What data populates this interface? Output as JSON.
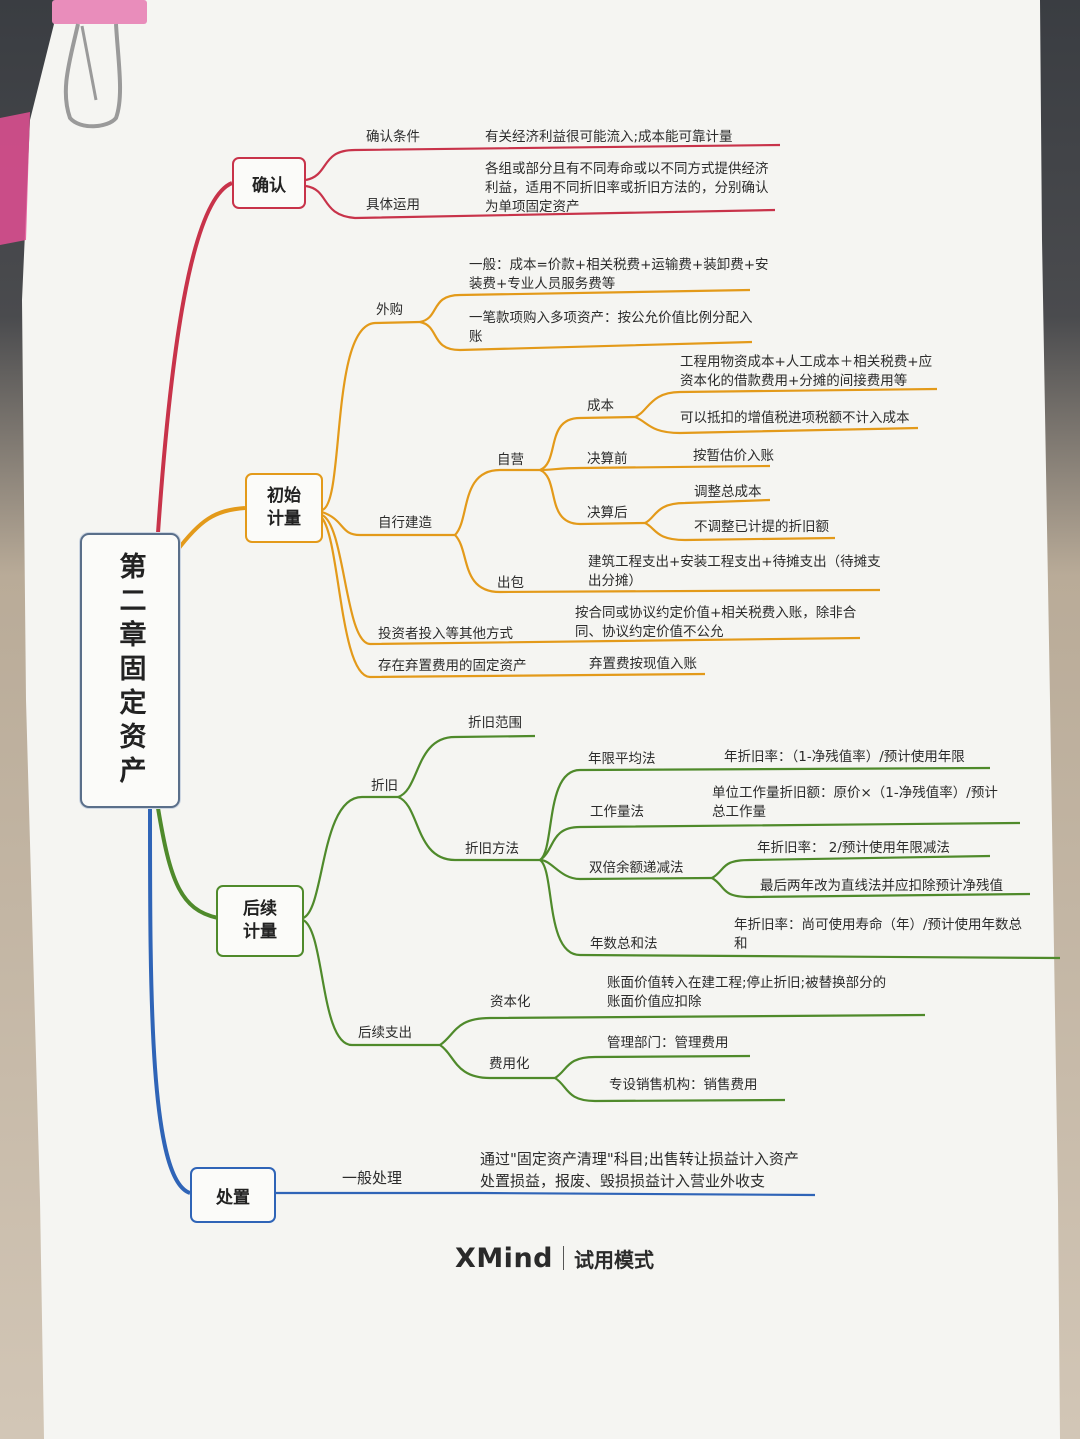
{
  "root": {
    "title": "第二章固定资产"
  },
  "colors": {
    "confirm": "#c8334a",
    "initial": "#e39a1a",
    "subsequent": "#4f8a2b",
    "disposal": "#2f64b7",
    "root_border": "#5a6f8a"
  },
  "branches": {
    "confirm": {
      "label": "确认",
      "items": [
        {
          "label": "确认条件",
          "detail": "有关经济利益很可能流入;成本能可靠计量"
        },
        {
          "label": "具体运用",
          "detail": "各组或部分且有不同寿命或以不同方式提供经济\n利益，适用不同折旧率或折旧方法的，分别确认\n为单项固定资产"
        }
      ]
    },
    "initial": {
      "label": "初始\n计量",
      "purchase": {
        "label": "外购",
        "general": "一般：成本=价款+相关税费+运输费+装卸费+安\n装费+专业人员服务费等",
        "lump_sum": "一笔款项购入多项资产：按公允价值比例分配入\n账"
      },
      "self_built": {
        "label": "自行建造",
        "self_operated": {
          "label": "自营",
          "cost": {
            "label": "成本",
            "a": "工程用物资成本+人工成本＋相关税费+应\n资本化的借款费用+分摊的间接费用等",
            "b": "可以抵扣的增值税进项税额不计入成本"
          },
          "before": {
            "label": "决算前",
            "detail": "按暂估价入账"
          },
          "after": {
            "label": "决算后",
            "a": "调整总成本",
            "b": "不调整已计提的折旧额"
          }
        },
        "contract": {
          "label": "出包",
          "detail": "建筑工程支出+安装工程支出+待摊支出（待摊支\n出分摊）"
        }
      },
      "investor": {
        "label": "投资者投入等其他方式",
        "detail": "按合同或协议约定价值+相关税费入账，除非合\n同、协议约定价值不公允"
      },
      "disposal_cost": {
        "label": "存在弃置费用的固定资产",
        "detail": "弃置费按现值入账"
      }
    },
    "subsequent": {
      "label": "后续\n计量",
      "depreciation": {
        "label": "折旧",
        "scope": "折旧范围",
        "methods": {
          "label": "折旧方法",
          "straight": {
            "label": "年限平均法",
            "detail": "年折旧率：（1-净残值率）/预计使用年限"
          },
          "workload": {
            "label": "工作量法",
            "detail": "单位工作量折旧额：原价×（1-净残值率）/预计\n总工作量"
          },
          "ddb": {
            "label": "双倍余额递减法",
            "a": "年折旧率： 2/预计使用年限减法",
            "b": "最后两年改为直线法并应扣除预计净残值"
          },
          "syd": {
            "label": "年数总和法",
            "detail": "年折旧率：尚可使用寿命（年）/预计使用年数总\n和"
          }
        }
      },
      "expenditure": {
        "label": "后续支出",
        "capitalize": {
          "label": "资本化",
          "detail": "账面价值转入在建工程;停止折旧;被替换部分的\n账面价值应扣除"
        },
        "expense": {
          "label": "费用化",
          "a": "管理部门：管理费用",
          "b": "专设销售机构：销售费用"
        }
      }
    },
    "disposal": {
      "label": "处置",
      "general": {
        "label": "一般处理",
        "detail": "通过\"固定资产清理\"科目;出售转让损益计入资产\n处置损益，报废、毁损损益计入营业外收支"
      }
    }
  },
  "footer": {
    "brand": "XMind",
    "mode": "试用模式"
  },
  "props": {
    "clip": "pink-binder-clip-icon"
  }
}
